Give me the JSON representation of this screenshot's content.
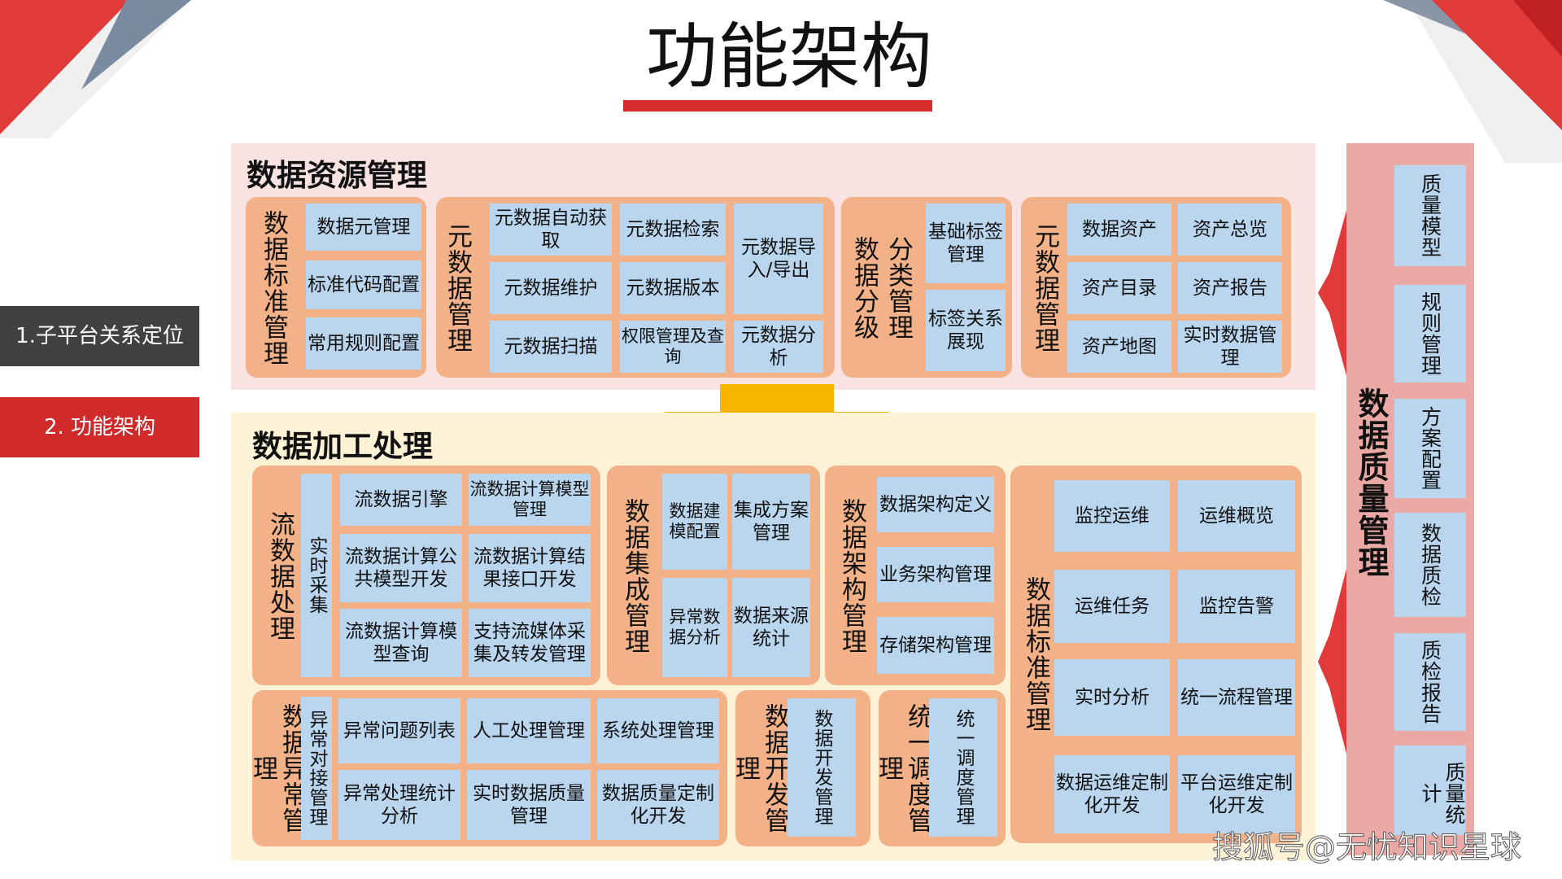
{
  "title": "功能架构",
  "nav": {
    "item1": "1.子平台关系定位",
    "item2": "2. 功能架构"
  },
  "sec1": {
    "title": "数据资源管理",
    "g1": {
      "label": "数据标准管理",
      "cells": [
        "数据元管理",
        "标准代码配置",
        "常用规则配置"
      ]
    },
    "g2": {
      "label": "元数据管理",
      "cells": [
        "元数据自动获取",
        "元数据检索",
        "元数据导入/导出",
        "元数据维护",
        "元数据版本",
        "元数据扫描",
        "权限管理及查询",
        "元数据分析"
      ]
    },
    "g3": {
      "label1": "数据分级",
      "label2": "分类管理",
      "cells": [
        "基础标签管理",
        "标签关系展现"
      ]
    },
    "g4": {
      "label": "元数据管理",
      "cells": [
        "数据资产",
        "资产总览",
        "资产目录",
        "资产报告",
        "资产地图",
        "实时数据管理"
      ]
    }
  },
  "sec2": {
    "title": "数据加工处理",
    "stream": {
      "label": "流数据处理",
      "sub": "实时采集",
      "cells": [
        "流数据引擎",
        "流数据计算模型管理",
        "流数据计算公共模型开发",
        "流数据计算结果接口开发",
        "流数据计算模型查询",
        "支持流媒体采集及转发管理"
      ]
    },
    "integ": {
      "label": "数据集成管理",
      "cells": [
        "数据建模配置",
        "集成方案管理",
        "异常数据分析",
        "数据来源统计"
      ]
    },
    "arch": {
      "label": "数据架构管理",
      "cells": [
        "数据架构定义",
        "业务架构管理",
        "存储架构管理"
      ]
    },
    "std": {
      "label": "数据标准管理",
      "cells": [
        "监控运维",
        "运维概览",
        "运维任务",
        "监控告警",
        "实时分析",
        "统一流程管理",
        "数据运维定制化开发",
        "平台运维定制化开发"
      ]
    },
    "abn": {
      "label": "数据异常管理",
      "sub": "异常对接管理",
      "cells": [
        "异常问题列表",
        "人工处理管理",
        "系统处理管理",
        "异常处理统计分析",
        "实时数据质量管理",
        "数据质量定制化开发"
      ]
    },
    "dev": {
      "label": "数据开发管理",
      "sub": "数据开发管理"
    },
    "sched": {
      "label": "统一调度管理",
      "sub": "统一调度管理"
    }
  },
  "dq": {
    "title": "数据质量管理",
    "items": [
      "质量模型",
      "规则管理",
      "方案配置",
      "数据质检",
      "质检报告",
      "质量统计"
    ]
  },
  "watermark": "搜狐号@无忧知识星球",
  "colors": {
    "red": "#d52c2c",
    "group": "#f3b187",
    "cell": "#bad6ee",
    "arrow": "#f7b500"
  }
}
